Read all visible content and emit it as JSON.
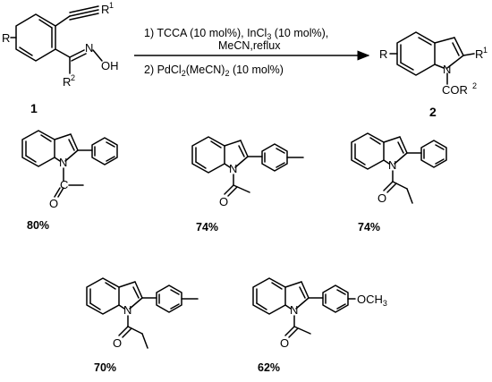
{
  "reaction": {
    "step1": "1) TCCA (10 mol%), InCl",
    "step1_sub": "3",
    "step1_tail": " (10 mol%),",
    "step1_line2": "MeCN,reflux",
    "step2": "2) PdCl",
    "step2_sub": "2",
    "step2_tail": "(MeCN)",
    "step2_sub2": "2",
    "step2_end": "  (10 mol%)",
    "reactant": {
      "number": "1",
      "R": "R",
      "R1": "R",
      "R1_sup": "1",
      "R2": "R",
      "R2_sup": "2",
      "N": "N",
      "OH": "OH"
    },
    "product": {
      "number": "2",
      "R": "R",
      "R1": "R",
      "R1_sup": "1",
      "N": "N",
      "COR": "COR",
      "COR_sup": "2"
    }
  },
  "examples": [
    {
      "yield": "80%",
      "N": "N",
      "C": "C",
      "O": "O"
    },
    {
      "yield": "74%",
      "N": "N",
      "O": "O"
    },
    {
      "yield": "74%",
      "N": "N",
      "O": "O"
    },
    {
      "yield": "70%",
      "N": "N",
      "O": "O"
    },
    {
      "yield": "62%",
      "N": "N",
      "O": "O",
      "substituent": "OCH",
      "substituent_sub": "3"
    }
  ]
}
